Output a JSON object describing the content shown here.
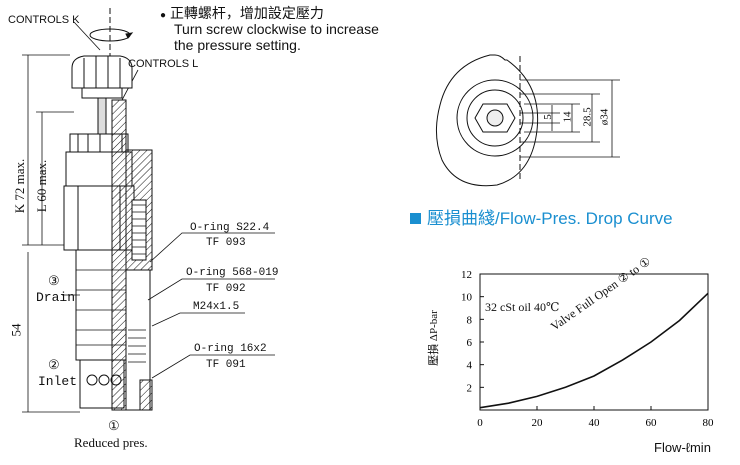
{
  "note": {
    "bullet": "●",
    "zh": "正轉螺杆，增加設定壓力",
    "en1": "Turn screw clockwise to increase",
    "en2": "the pressure setting."
  },
  "labels": {
    "controls_k": "CONTROLS K",
    "controls_l": "CONTROLS L",
    "k_dim": "K 72 max.",
    "l_dim": "L 60 max.",
    "dim_54": "54",
    "oring1": "O-ring S22.4",
    "tf1": "TF 093",
    "oring2": "O-ring 568-019",
    "tf2": "TF 092",
    "thread": "M24x1.5",
    "oring3": "O-ring 16x2",
    "tf3": "TF 091"
  },
  "ports": {
    "p3_num": "③",
    "p3_name": "Drain",
    "p2_num": "②",
    "p2_name": "Inlet",
    "p1_num": "①",
    "p1_name": "Reduced pres."
  },
  "top_view_dims": {
    "d1": "5",
    "d2": "14",
    "d3": "28.5",
    "d4": "ø34"
  },
  "section": {
    "title": "壓損曲綫/Flow-Pres. Drop Curve",
    "accent_color": "#1a8fd0"
  },
  "chart_data": {
    "type": "line",
    "ylabel": "壓損 ΔP-bar",
    "xlabel": "Flow-ℓmin",
    "annotation": "32 cSt oil 40℃",
    "curve_label": "Valve Full Open ② to ①",
    "xlim": [
      0,
      80
    ],
    "ylim": [
      0,
      12
    ],
    "x_ticks": [
      0,
      20,
      40,
      60,
      80
    ],
    "y_ticks": [
      2,
      4,
      6,
      8,
      10,
      12
    ],
    "grid": false,
    "series": [
      {
        "x": [
          0,
          10,
          20,
          30,
          40,
          50,
          60,
          70,
          80
        ],
        "y": [
          0.2,
          0.6,
          1.2,
          2.0,
          3.0,
          4.4,
          6.0,
          7.9,
          10.3
        ]
      }
    ]
  }
}
